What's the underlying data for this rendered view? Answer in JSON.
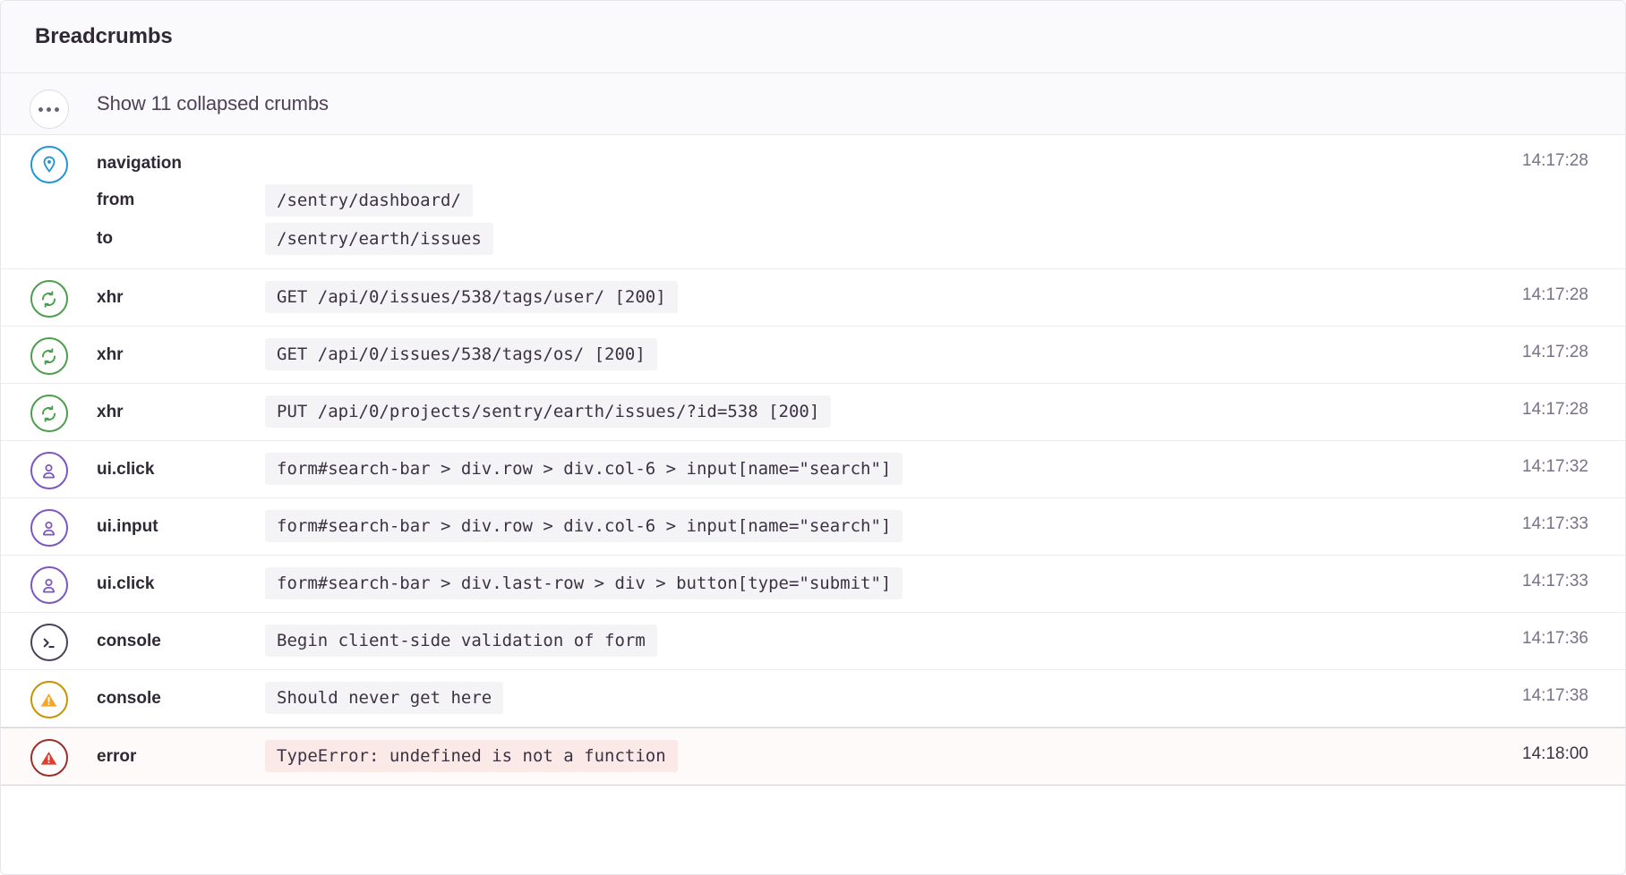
{
  "header": {
    "title": "Breadcrumbs"
  },
  "collapsed": {
    "label": "Show 11 collapsed crumbs",
    "icon": "ellipsis-icon",
    "count": 11
  },
  "colors": {
    "navigation": "#2195d8",
    "xhr": "#4d9e4d",
    "ui": "#7a57c4",
    "console": "#4d4158",
    "warning": "#c79400",
    "error": "#9c2e2a",
    "error_row_bg": "#fffafa",
    "chip_bg": "#f4f3f6",
    "header_bg": "#faf9fb"
  },
  "crumbs": [
    {
      "type": "navigation",
      "icon": "location-pin-icon",
      "level": "navigation",
      "details": [
        {
          "key": "from",
          "value": "/sentry/dashboard/"
        },
        {
          "key": "to",
          "value": "/sentry/earth/issues"
        }
      ],
      "time": "14:17:28"
    },
    {
      "type": "xhr",
      "icon": "refresh-sync-icon",
      "level": "xhr",
      "message": "GET /api/0/issues/538/tags/user/ [200]",
      "time": "14:17:28"
    },
    {
      "type": "xhr",
      "icon": "refresh-sync-icon",
      "level": "xhr",
      "message": "GET /api/0/issues/538/tags/os/ [200]",
      "time": "14:17:28"
    },
    {
      "type": "xhr",
      "icon": "refresh-sync-icon",
      "level": "xhr",
      "message": "PUT /api/0/projects/sentry/earth/issues/?id=538 [200]",
      "time": "14:17:28"
    },
    {
      "type": "ui.click",
      "icon": "user-icon",
      "level": "ui",
      "message": "form#search-bar > div.row > div.col-6 > input[name=\"search\"]",
      "time": "14:17:32"
    },
    {
      "type": "ui.input",
      "icon": "user-icon",
      "level": "ui",
      "message": "form#search-bar > div.row > div.col-6 > input[name=\"search\"]",
      "time": "14:17:33"
    },
    {
      "type": "ui.click",
      "icon": "user-icon",
      "level": "ui",
      "message": "form#search-bar > div.last-row > div > button[type=\"submit\"]",
      "time": "14:17:33"
    },
    {
      "type": "console",
      "icon": "terminal-icon",
      "level": "console",
      "message": "Begin client-side validation of form",
      "time": "14:17:36"
    },
    {
      "type": "console",
      "icon": "warning-triangle-icon",
      "level": "warning",
      "message": "Should never get here",
      "time": "14:17:38"
    },
    {
      "type": "error",
      "icon": "error-triangle-icon",
      "level": "error",
      "message": "TypeError: undefined is not a function",
      "time": "14:18:00"
    }
  ]
}
